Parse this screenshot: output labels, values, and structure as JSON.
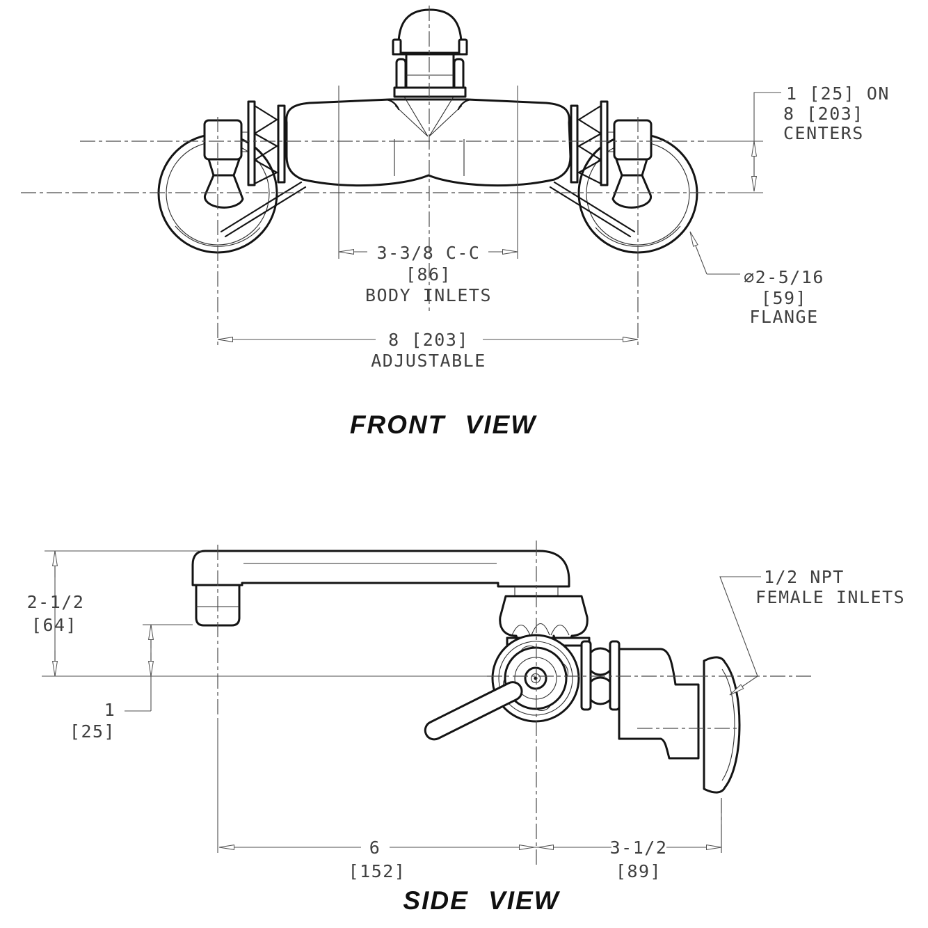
{
  "drawing": {
    "front_view": {
      "title": "FRONT VIEW",
      "dim_centers_l1": "1 [25] ON",
      "dim_centers_l2": "8 [203]",
      "dim_centers_l3": "CENTERS",
      "dim_cc_l1": "3-3/8 C-C",
      "dim_cc_l2": "[86]",
      "dim_cc_l3": "BODY INLETS",
      "dim_flange_l1": "∅2-5/16",
      "dim_flange_l2": "[59]",
      "dim_flange_l3": "FLANGE",
      "dim_adj_l1": "8 [203]",
      "dim_adj_l2": "ADJUSTABLE"
    },
    "side_view": {
      "title": "SIDE VIEW",
      "dim_height_l1": "2-1/2",
      "dim_height_l2": "[64]",
      "dim_offset_l1": "1",
      "dim_offset_l2": "[25]",
      "label_npt_l1": "1/2 NPT",
      "label_npt_l2": "FEMALE INLETS",
      "dim_reach_l1": "6",
      "dim_reach_l2": "[152]",
      "dim_depth_l1": "3-1/2",
      "dim_depth_l2": "[89]"
    },
    "colors": {
      "line": "#141414",
      "dimension_line": "#4d4d4d",
      "text": "#3f3f3f",
      "background": "#ffffff"
    }
  }
}
